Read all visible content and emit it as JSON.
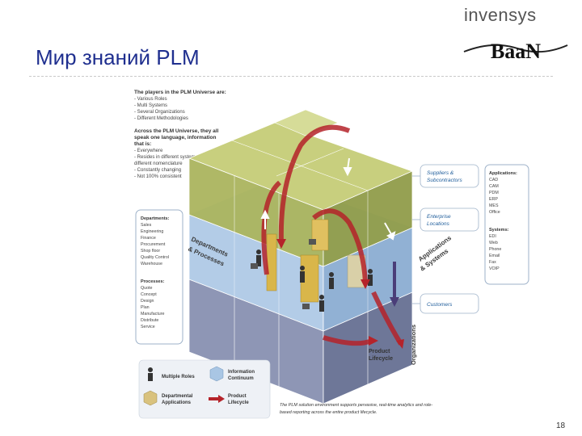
{
  "header": {
    "title": "Мир знаний PLM",
    "brand_top": "invensys",
    "brand_bottom": "BaaN"
  },
  "footer": {
    "page_number": "18"
  },
  "diagram": {
    "intro_lines": [
      "The players in the PLM Universe are:",
      "- Various Roles",
      "- Multi Systems",
      "- Several Organizations",
      "- Different Methodologies"
    ],
    "across_lines": [
      "Across the PLM Universe, they all",
      "speak one language, information",
      "that is:",
      "- Everywhere",
      "- Resides in different systems, with",
      "  different nomenclature",
      "- Constantly changing",
      "- Not 100% consistent"
    ],
    "departments_lines": [
      "Departments:",
      "Sales",
      "Engineering",
      "Finance",
      "Procurement",
      "Shop floor",
      "Quality Control",
      "Warehouse"
    ],
    "processes_lines": [
      "Processes:",
      "Quote",
      "Concept",
      "Design",
      "Plan",
      "Manufacture",
      "Distribute",
      "Service"
    ],
    "applications_lines": [
      "Applications:",
      "CAD",
      "CAM",
      "PDM",
      "ERP",
      "MES",
      "Office"
    ],
    "systems_lines": [
      "Systems:",
      "EDI",
      "Web",
      "Phone",
      "Email",
      "Fax",
      "VOIP"
    ],
    "side_labels": {
      "suppliers": [
        "Suppliers &",
        "Subcontractors"
      ],
      "enterprise": [
        "Enterprise",
        "Locations"
      ],
      "customers": [
        "Customers"
      ],
      "product_lifecycle": [
        "Product",
        "Lifecycle"
      ]
    },
    "axis_labels": {
      "departments": "Departments",
      "processes": "& Processes",
      "applications": "Applications",
      "systems": "& Systems",
      "organizations": "Organizations"
    },
    "legend": {
      "multiple_roles": "Multiple Roles",
      "information_continuum": [
        "Information",
        "Continuum"
      ],
      "departmental_applications": [
        "Departmental",
        "Applications"
      ],
      "product_lifecycle": [
        "Product",
        "Lifecycle"
      ]
    },
    "caption_lines": [
      "The PLM solution environment supports pervasive, real-time analytics and role-",
      "based reporting across the entire product lifecycle."
    ],
    "colors": {
      "suppliers_layer": "#a9b35a",
      "enterprise_layer": "#a9c6e4",
      "customers_layer": "#9aa1bd",
      "arrow": "#b5232a",
      "label_text": "#1f5d9b"
    }
  }
}
